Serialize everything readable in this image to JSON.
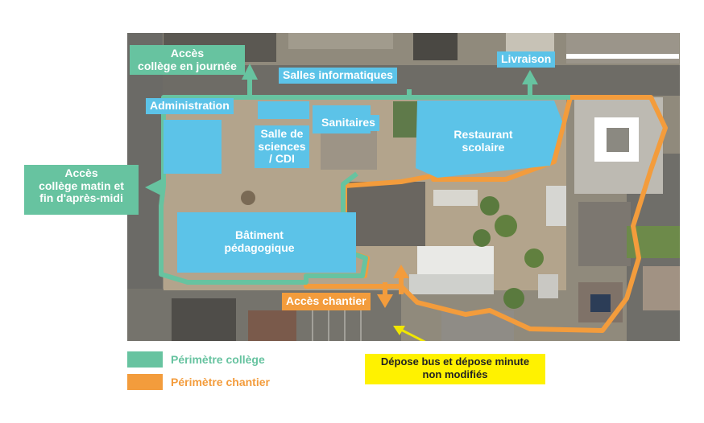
{
  "map": {
    "labels": {
      "acces_journee": "Accès\ncollège en journée",
      "acces_matin": "Accès\ncollège matin et\nfin d'après-midi",
      "salles_informatiques": "Salles informatiques",
      "livraison": "Livraison",
      "administration": "Administration",
      "salle_sciences": "Salle de\nsciences\n/ CDI",
      "sanitaires": "Sanitaires",
      "restaurant": "Restaurant\nscolaire",
      "batiment": "Bâtiment\npédagogique",
      "acces_chantier": "Accès chantier",
      "depose_bus": "Dépose bus et dépose minute\nnon modifiés"
    },
    "legend": [
      {
        "label": "Périmètre collège",
        "color": "#67c3a0"
      },
      {
        "label": "Périmètre chantier",
        "color": "#f39c3c"
      }
    ],
    "colors": {
      "college": "#67c3a0",
      "chantier": "#f39c3c",
      "building": "#5cc3e8",
      "note": "#fff200",
      "arrow": "#f0e600"
    }
  }
}
